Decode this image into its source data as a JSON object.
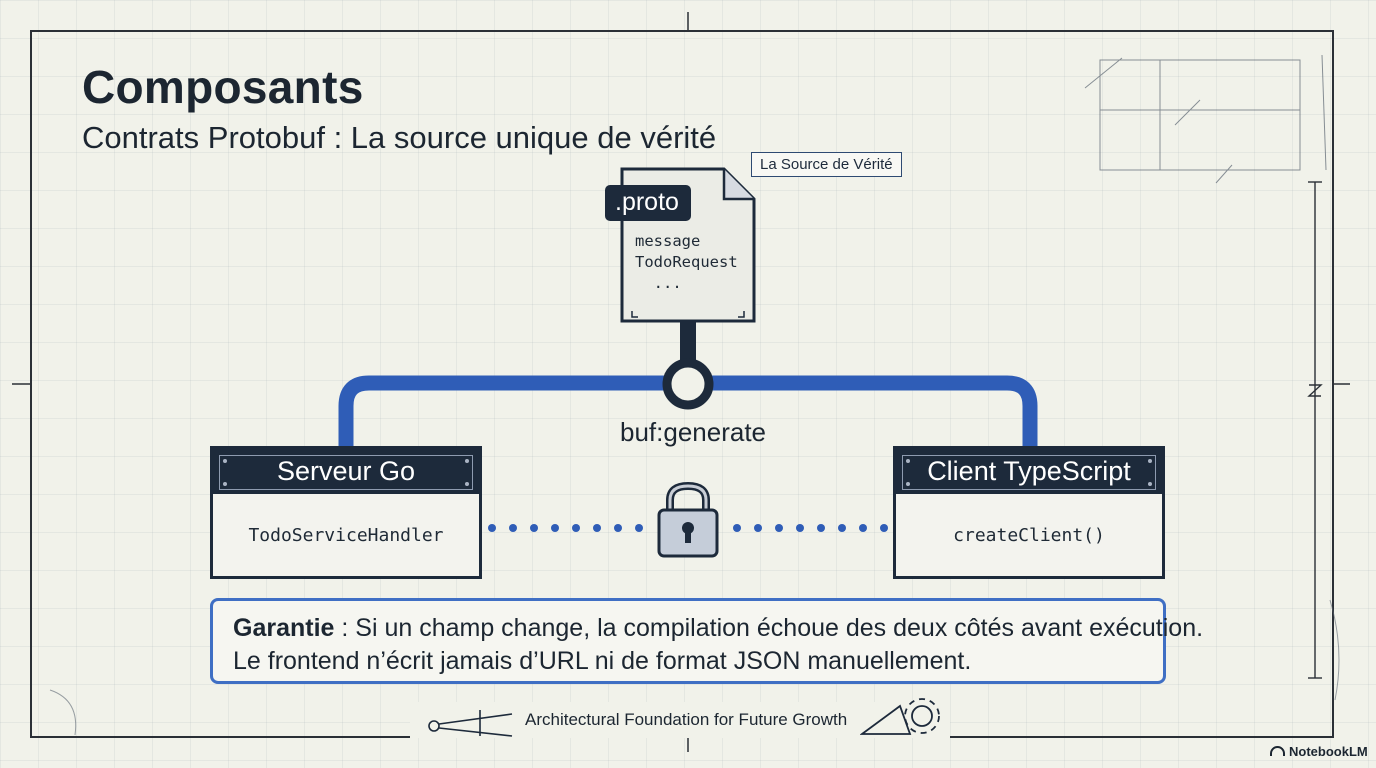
{
  "title": "Composants",
  "subtitle": "Contrats Protobuf : La source unique de vérité",
  "proto": {
    "tag": ".proto",
    "code": "message\nTodoRequest\n  ...",
    "source_label": "La Source de Vérité"
  },
  "generate_label": "buf:generate",
  "server": {
    "title": "Serveur Go",
    "body": "TodoServiceHandler"
  },
  "client": {
    "title": "Client TypeScript",
    "body": "createClient()"
  },
  "guarantee": {
    "label": "Garantie",
    "line1": " : Si un champ change, la compilation échoue des deux côtés avant exécution.",
    "line2": "Le frontend n’écrit jamais d’URL ni de format JSON manuellement."
  },
  "footer": "Architectural Foundation for Future Growth",
  "brand": "NotebookLM",
  "colors": {
    "navy": "#1d2a3b",
    "accent_blue": "#2f5db7",
    "paper": "#f1f2ea"
  }
}
